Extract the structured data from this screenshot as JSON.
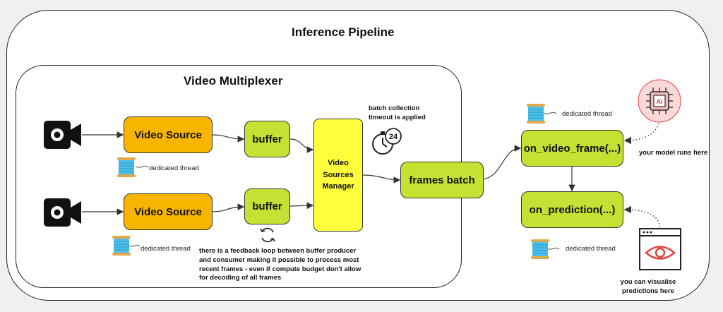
{
  "titles": {
    "pipeline": "Inference Pipeline",
    "multiplexer": "Video Multiplexer"
  },
  "sources": [
    {
      "label": "Video Source",
      "buffer": "buffer",
      "thread_note": "dedicated thread"
    },
    {
      "label": "Video Source",
      "buffer": "buffer",
      "thread_note": "dedicated thread"
    }
  ],
  "manager": {
    "label": "Video Sources Manager"
  },
  "batch": {
    "label": "frames batch",
    "timeout_note": "batch collection timeout is applied",
    "timer_value": "24"
  },
  "feedback_note": "there is a feedback loop between buffer producer and consumer making it possible to process most recent frames - even if compute budget don't allow for decoding of all frames",
  "sinks": {
    "on_video_frame": {
      "label": "on_video_frame(...)",
      "thread_note": "dedicated thread",
      "side_note": "your model runs here"
    },
    "on_prediction": {
      "label": "on_prediction(...)",
      "thread_note": "dedicated thread",
      "side_note": "you can visualise predictions here"
    }
  },
  "chip_label": "AI",
  "icons": [
    "camera-icon",
    "thread-spool-icon",
    "timer-icon",
    "refresh-cycle-icon",
    "ai-chip-icon",
    "browser-eye-icon"
  ],
  "colors": {
    "video_source": "#f7b500",
    "buffer": "#c5e134",
    "manager": "#ffff3c",
    "spool": "#4cc0ea",
    "chip_bg": "#fbd9d9",
    "chip_accent": "#e0443e",
    "eye": "#e0443e"
  }
}
